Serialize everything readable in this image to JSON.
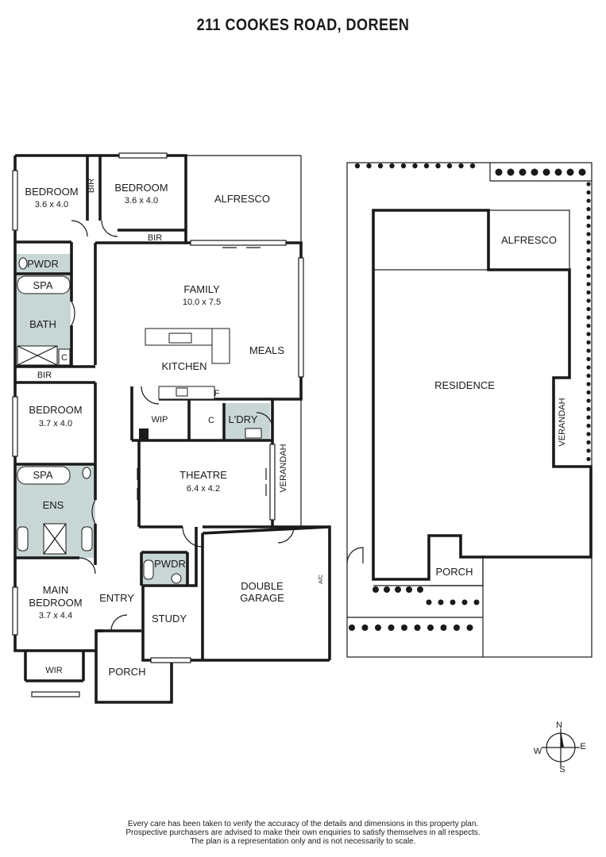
{
  "title": "211 COOKES ROAD, DOREEN",
  "floor_plan": {
    "rooms": {
      "bedroom_tl": "BEDROOM",
      "bedroom_tl_size": "3.6 x 4.0",
      "bir_1": "BIR",
      "bedroom_tm": "BEDROOM",
      "bedroom_tm_size": "3.6 x 4.0",
      "bir_2": "BIR",
      "alfresco": "ALFRESCO",
      "pwdr_1": "PWDR",
      "spa_1": "SPA",
      "bath": "BATH",
      "c_1": "C",
      "bir_3": "BIR",
      "family": "FAMILY",
      "family_size": "10.0 x 7.5",
      "meals": "MEALS",
      "kitchen": "KITCHEN",
      "f": "F",
      "wip": "WIP",
      "c_2": "C",
      "ldry": "L'DRY",
      "bedroom_mid": "BEDROOM",
      "bedroom_mid_size": "3.7 x 4.0",
      "spa_2": "SPA",
      "ens": "ENS",
      "theatre": "THEATRE",
      "theatre_size": "6.4 x 4.2",
      "verandah": "VERANDAH",
      "pwdr_2": "PWDR",
      "double_garage_1": "DOUBLE",
      "double_garage_2": "GARAGE",
      "ac": "A/C",
      "main_bedroom_1": "MAIN",
      "main_bedroom_2": "BEDROOM",
      "main_bedroom_size": "3.7 x 4.4",
      "entry": "ENTRY",
      "study": "STUDY",
      "wir": "WIR",
      "porch": "PORCH"
    }
  },
  "site_plan": {
    "alfresco": "ALFRESCO",
    "residence": "RESIDENCE",
    "verandah": "VERANDAH",
    "porch": "PORCH"
  },
  "compass": {
    "n": "N",
    "e": "E",
    "s": "S",
    "w": "W"
  },
  "disclaimer": [
    "Every care has been taken to verify the accuracy of the details and dimensions in this property plan.",
    "Prospective purchasers are advised to make their own enquiries to satisfy themselves in all respects.",
    "The plan is a representation only and is not necessarily to scale."
  ]
}
